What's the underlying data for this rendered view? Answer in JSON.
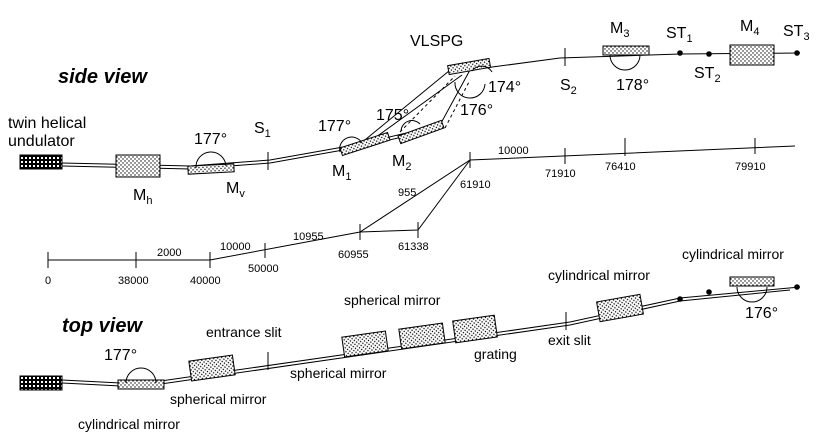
{
  "views": {
    "side": "side view",
    "top": "top view"
  },
  "side_labels": {
    "undulator_line1": "twin helical",
    "undulator_line2": "undulator",
    "angle_mv": "177°",
    "angle_m1": "177°",
    "angle_m2": "175°",
    "angle_g1": "174°",
    "angle_g2": "176°",
    "angle_m3": "178°",
    "grating": "VLSPG",
    "s1_main": "S",
    "s1_sub": "1",
    "s2_main": "S",
    "s2_sub": "2",
    "mh_main": "M",
    "mh_sub": "h",
    "mv_main": "M",
    "mv_sub": "v",
    "m1_main": "M",
    "m1_sub": "1",
    "m2_main": "M",
    "m2_sub": "2",
    "m3_main": "M",
    "m3_sub": "3",
    "m4_main": "M",
    "m4_sub": "4",
    "st1_main": "ST",
    "st1_sub": "1",
    "st2_main": "ST",
    "st2_sub": "2",
    "st3_main": "ST",
    "st3_sub": "3"
  },
  "distances": {
    "ticks": [
      "0",
      "38000",
      "40000",
      "50000",
      "60955",
      "61338",
      "61910",
      "71910",
      "76410",
      "79910"
    ],
    "segments": [
      "2000",
      "10000",
      "10955",
      "955",
      "10000"
    ]
  },
  "top_labels": {
    "cyl_mirror_1": "cylindrical mirror",
    "angle_1": "177°",
    "sph_mirror_1": "spherical mirror",
    "entrance_slit": "entrance slit",
    "sph_mirror_2": "spherical mirror",
    "sph_mirror_3": "spherical mirror",
    "grating": "grating",
    "exit_slit": "exit slit",
    "cyl_mirror_2": "cylindrical mirror",
    "cyl_mirror_3": "cylindrical mirror",
    "angle_2": "176°"
  }
}
